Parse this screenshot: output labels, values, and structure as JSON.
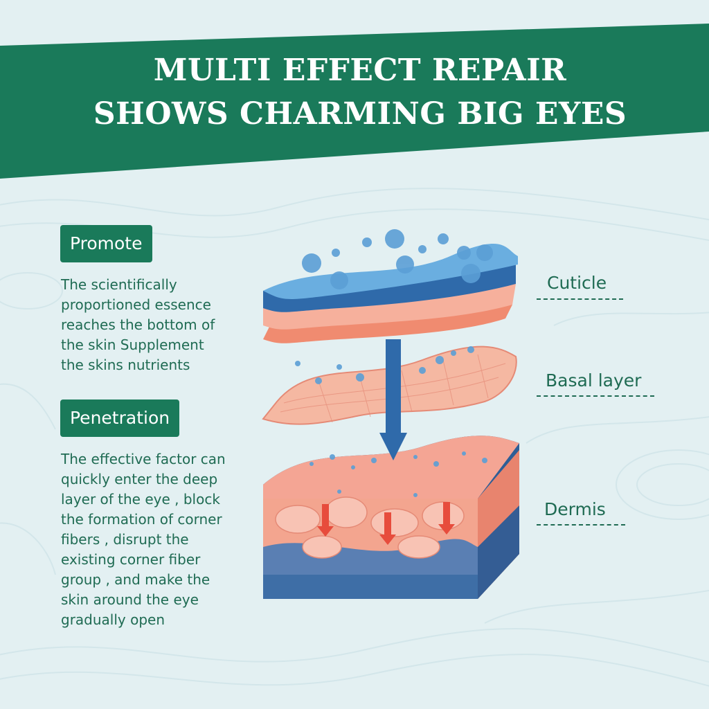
{
  "header": {
    "title_line1": "MULTI EFFECT REPAIR",
    "title_line2": "SHOWS CHARMING BIG EYES",
    "banner_color": "#1a7a5a"
  },
  "sections": [
    {
      "badge": "Promote",
      "text": "The scientifically\nproportioned essence\nreaches the bottom of\nthe skin Supplement\nthe skins nutrients"
    },
    {
      "badge": "Penetration",
      "text": "The effective factor can\nquickly enter the deep\nlayer of the eye , block\nthe formation of corner\nfibers , disrupt the\nexisting corner fiber\ngroup , and make the\nskin around the eye\ngradually open"
    }
  ],
  "layers": {
    "cuticle": "Cuticle",
    "basal": "Basal layer",
    "dermis": "Dermis"
  },
  "colors": {
    "background": "#e3f0f2",
    "accent_green": "#1a7a5a",
    "text_green": "#1f6b53",
    "water_blue": "#4a8fc9",
    "skin_pink": "#f2a18c"
  }
}
